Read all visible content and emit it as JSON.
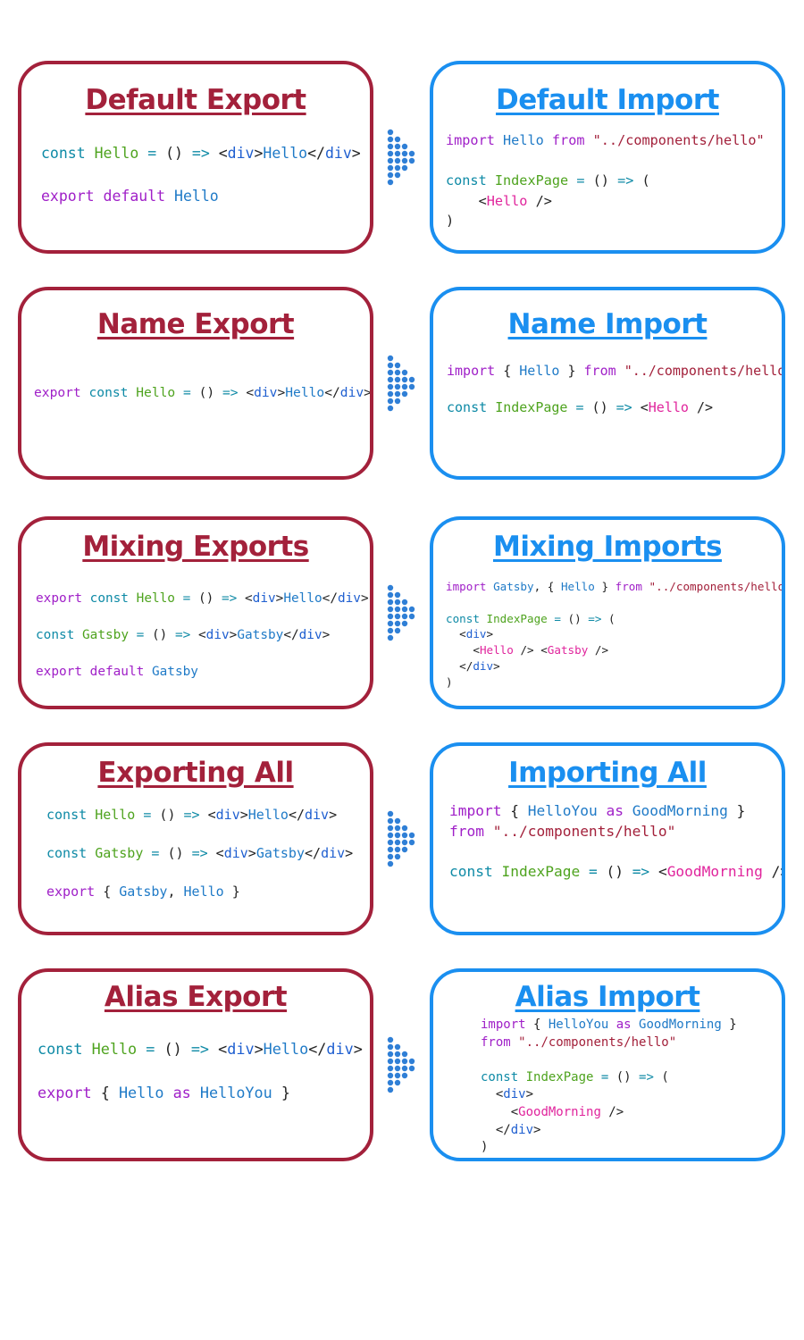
{
  "pairs": [
    {
      "export_title": "Default Export",
      "import_title": "Default Import",
      "export_code": [
        "const Hello = () => <div>Hello</div>",
        "",
        "export default Hello"
      ],
      "import_code": [
        "import Hello from \"../components/hello\"",
        "",
        "const IndexPage = () => (",
        "    <Hello />",
        ")"
      ]
    },
    {
      "export_title": "Name Export",
      "import_title": "Name Import",
      "export_code": [
        "export const Hello = () => <div>Hello</div>"
      ],
      "import_code": [
        "import { Hello } from \"../components/hello\"",
        "",
        "const IndexPage = () => <Hello />"
      ]
    },
    {
      "export_title": "Mixing Exports",
      "import_title": "Mixing Imports",
      "export_code": [
        "export const Hello = () => <div>Hello</div>",
        "",
        "const Gatsby = () => <div>Gatsby</div>",
        "",
        "export default Gatsby"
      ],
      "import_code": [
        "import Gatsby, { Hello } from \"../components/hello\"",
        "",
        "const IndexPage = () => (",
        "  <div>",
        "    <Hello /> <Gatsby />",
        "  </div>",
        ")"
      ]
    },
    {
      "export_title": "Exporting All",
      "import_title": "Importing All",
      "export_code": [
        "const Hello = () => <div>Hello</div>",
        "",
        "const Gatsby = () => <div>Gatsby</div>",
        "",
        "export { Gatsby, Hello }"
      ],
      "import_code": [
        "import { HelloYou as GoodMorning }",
        "from \"../components/hello\"",
        "",
        "const IndexPage = () => <GoodMorning />"
      ]
    },
    {
      "export_title": "Alias Export",
      "import_title": "Alias Import",
      "export_code": [
        "const Hello = () => <div>Hello</div>",
        "",
        "export { Hello as HelloYou }"
      ],
      "import_code": [
        "import { HelloYou as GoodMorning }",
        "from \"../components/hello\"",
        "",
        "const IndexPage = () => (",
        "  <div>",
        "    <GoodMorning />",
        "  </div>",
        ")"
      ]
    }
  ],
  "colors": {
    "export_border": "#a3213b",
    "import_border": "#1a8ff0",
    "arrow_dots": "#2f7fd6"
  }
}
